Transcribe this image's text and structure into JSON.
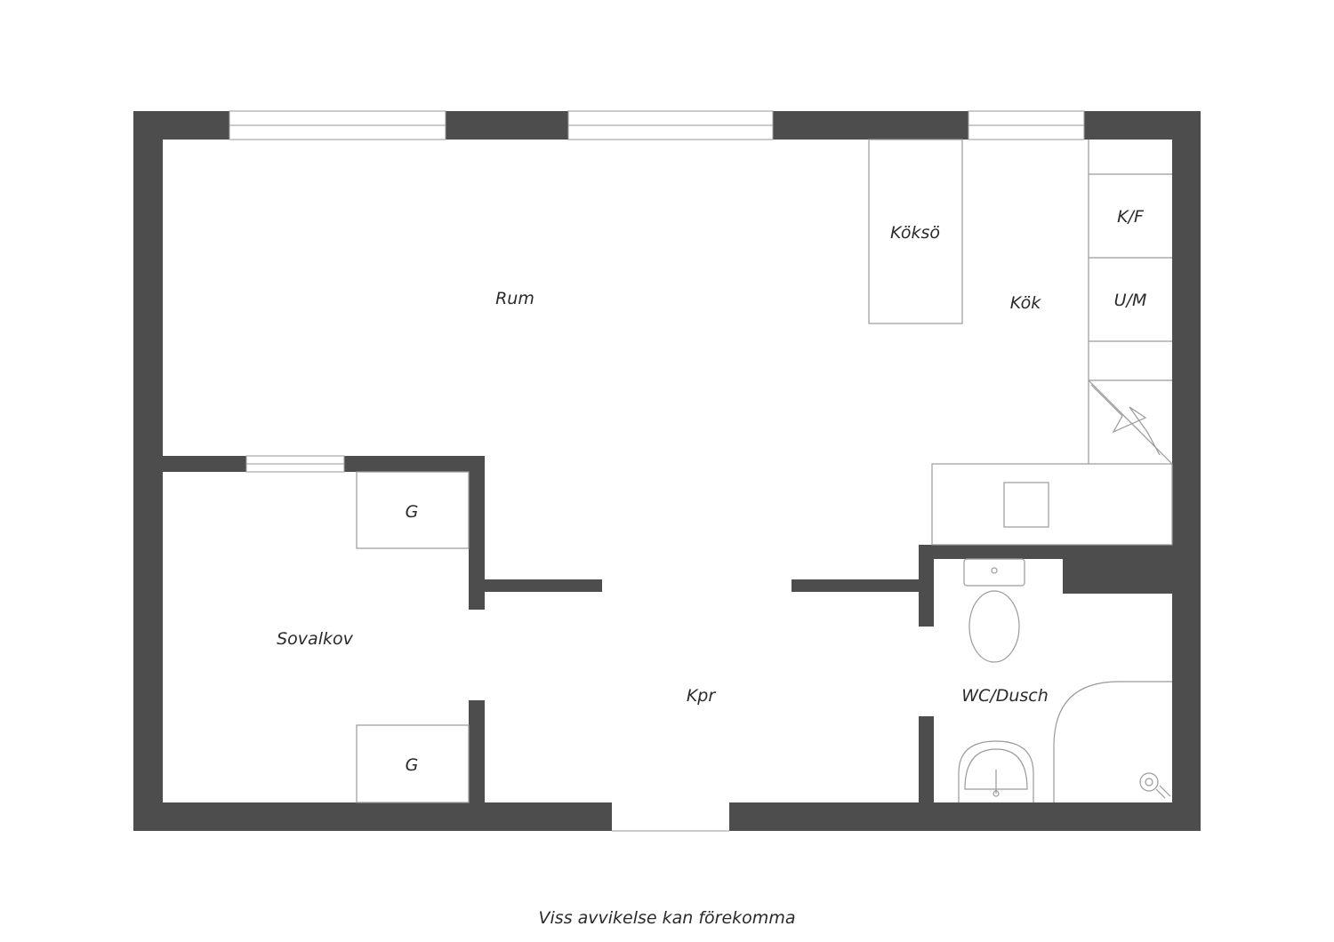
{
  "colors": {
    "wall": "#4d4d4d",
    "line": "#9a9a9a",
    "background": "#ffffff",
    "text": "#2a2a2a"
  },
  "rooms": {
    "rum": "Rum",
    "koksoe": "Köksö",
    "kok": "Kök",
    "kf": "K/F",
    "um": "U/M",
    "sovalkov": "Sovalkov",
    "g_top": "G",
    "g_bottom": "G",
    "kpr": "Kpr",
    "wc_dusch": "WC/Dusch"
  },
  "icons": [
    "toilet-icon",
    "sink-icon",
    "shower-icon",
    "stove-icon",
    "window-icon"
  ],
  "disclaimer": "Viss avvikelse kan förekomma"
}
